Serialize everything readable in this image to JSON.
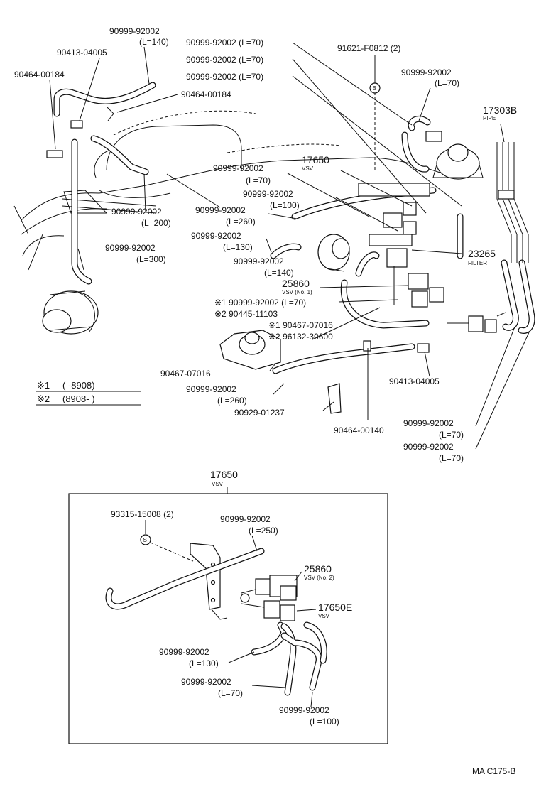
{
  "main_labels": [
    "90999-92002",
    "(L=140)",
    "90413-04005",
    "90464-00184",
    "90464-00184",
    "90999-92002 (L=70)",
    "90999-92002 (L=70)",
    "90999-92002 (L=70)",
    "91621-F0812 (2)",
    "90999-92002",
    "(L=70)",
    "17303B",
    "PIPE",
    "17650",
    "VSV",
    "90999-92002",
    "(L=70)",
    "90999-92002",
    "(L=100)",
    "90999-92002",
    "(L=260)",
    "90999-92002",
    "(L=200)",
    "90999-92002",
    "(L=130)",
    "90999-92002",
    "(L=300)",
    "90999-92002",
    "(L=140)",
    "23265",
    "FILTER",
    "25860",
    "VSV (No. 1)",
    "※1 90999-92002 (L=70)",
    "※2 90445-11103",
    "※1 90467-07016",
    "※2 96132-30600",
    "90467-07016",
    "90999-92002",
    "(L=260)",
    "90413-04005",
    "90929-01237",
    "90464-00140",
    "90999-92002",
    "(L=70)",
    "90999-92002",
    "(L=70)"
  ],
  "legend": {
    "row1_mark": "※1",
    "row1_range": "(        -8908)",
    "row2_mark": "※2",
    "row2_range": "(8908-          )"
  },
  "inset": {
    "title": "17650",
    "subtitle": "VSV",
    "labels": [
      "93315-15008 (2)",
      "90999-92002",
      "(L=250)",
      "25860",
      "VSV (No. 2)",
      "17650E",
      "VSV",
      "90999-92002",
      "(L=130)",
      "90999-92002",
      "(L=70)",
      "90999-92002",
      "(L=100)"
    ]
  },
  "markers": {
    "bolt_b": "B",
    "screw_s": "S"
  },
  "footer_code": "MA C175-B"
}
